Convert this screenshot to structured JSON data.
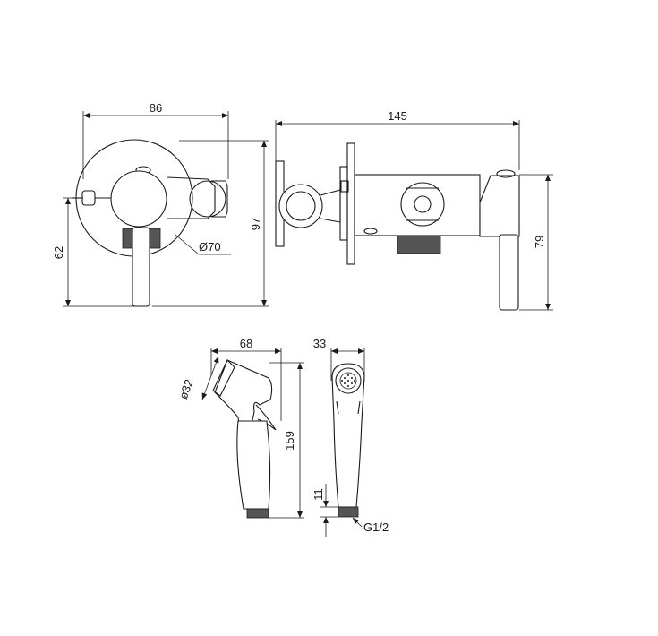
{
  "labels": {
    "front_width": "86",
    "front_height": "97",
    "front_offset": "62",
    "front_diameter": "Ø70",
    "side_width": "145",
    "side_height": "79",
    "spray_length": "68",
    "spray_diameter": "ø32",
    "spray_height": "159",
    "spray_front_width": "33",
    "thread_height": "11",
    "thread_spec": "G1/2"
  }
}
